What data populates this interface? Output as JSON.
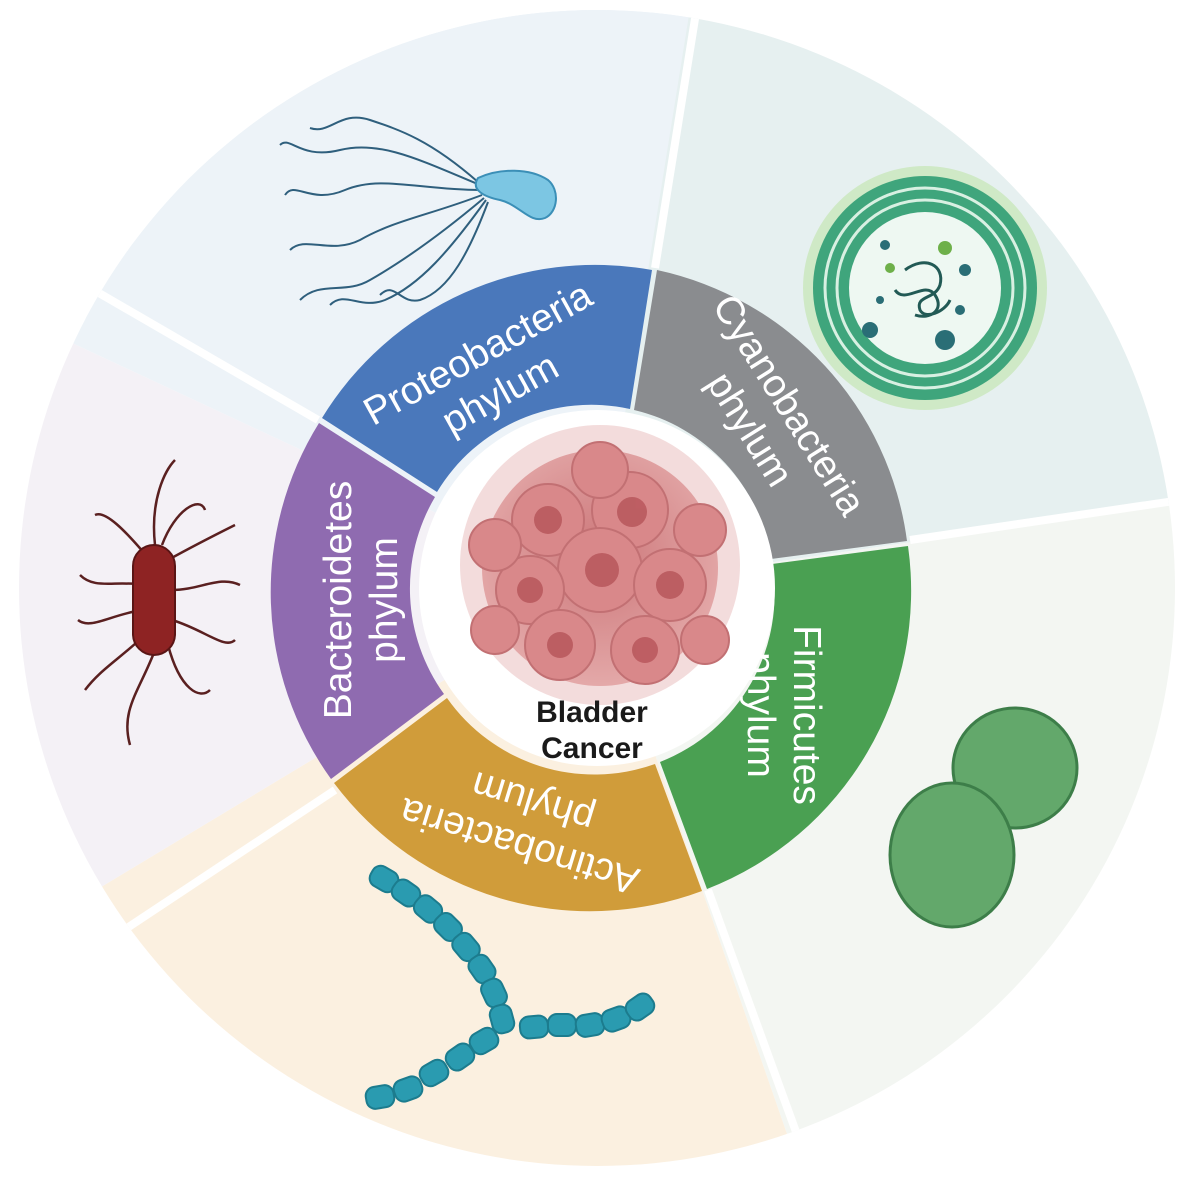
{
  "center": {
    "line1": "Bladder",
    "line2": "Cancer"
  },
  "segments": [
    {
      "id": "proteobacteria",
      "line1": "Proteobacteria",
      "line2": "phylum",
      "color": "#4a78bb",
      "bg": "#edf3f8",
      "microbe": "curved-rod-flagella"
    },
    {
      "id": "cyanobacteria",
      "line1": "Cyanobacteria",
      "line2": "phylum",
      "color": "#8a8c8f",
      "bg": "#e6f0f0",
      "microbe": "coccoid-cell"
    },
    {
      "id": "firmicutes",
      "line1": "Firmicutes",
      "line2": "phylum",
      "color": "#4aa052",
      "bg": "#f3f6f2",
      "microbe": "diplococcus"
    },
    {
      "id": "actinobacteria",
      "line1": "Actinobacteria",
      "line2": "phylum",
      "color": "#d09c3a",
      "bg": "#fbf0e0",
      "microbe": "branched-filament"
    },
    {
      "id": "bacteroidetes",
      "line1": "Bacteroidetes",
      "line2": "phylum",
      "color": "#8f6bb0",
      "bg": "#f4f1f6",
      "microbe": "rod-peritrichous"
    }
  ]
}
